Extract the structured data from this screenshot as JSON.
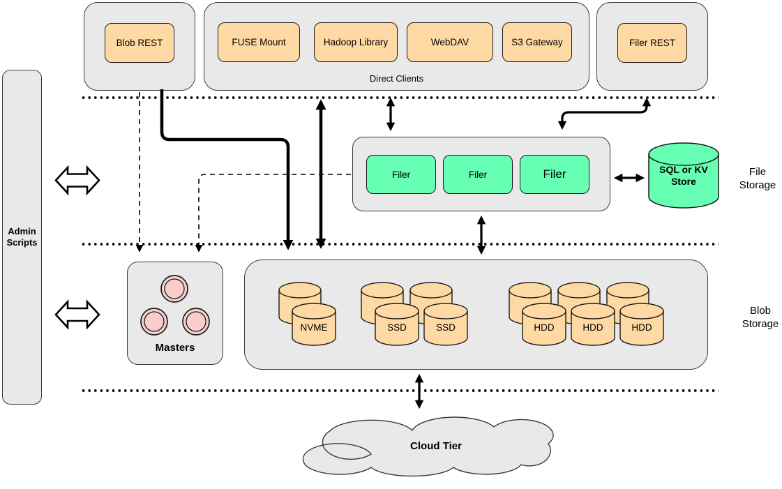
{
  "left_panel": {
    "label": "Admin Scripts"
  },
  "top_row": {
    "blob_rest_label": "Blob REST",
    "direct_clients": {
      "caption": "Direct Clients",
      "items": [
        "FUSE Mount",
        "Hadoop Library",
        "WebDAV",
        "S3 Gateway"
      ]
    },
    "filer_rest_label": "Filer REST"
  },
  "file_storage_tier": {
    "tier_label": "File Storage",
    "filers": [
      "Filer",
      "Filer",
      "Filer"
    ],
    "metadata_store_label": "SQL or KV Store"
  },
  "blob_storage_tier": {
    "tier_label": "Blob Storage",
    "masters_label": "Masters",
    "volume_labels": {
      "nvme": "NVME",
      "ssd_1": "SSD",
      "ssd_2": "SSD",
      "hdd_1": "HDD",
      "hdd_2": "HDD",
      "hdd_3": "HDD"
    }
  },
  "cloud_tier": {
    "label": "Cloud Tier"
  },
  "colors": {
    "container_fill": "#e9e9e9",
    "client_node_fill": "#ffd9a3",
    "filer_node_fill": "#66ffb3",
    "store_fill": "#66ffb3",
    "master_dot_fill": "#f8cecc",
    "stroke": "#1a1a1a"
  }
}
